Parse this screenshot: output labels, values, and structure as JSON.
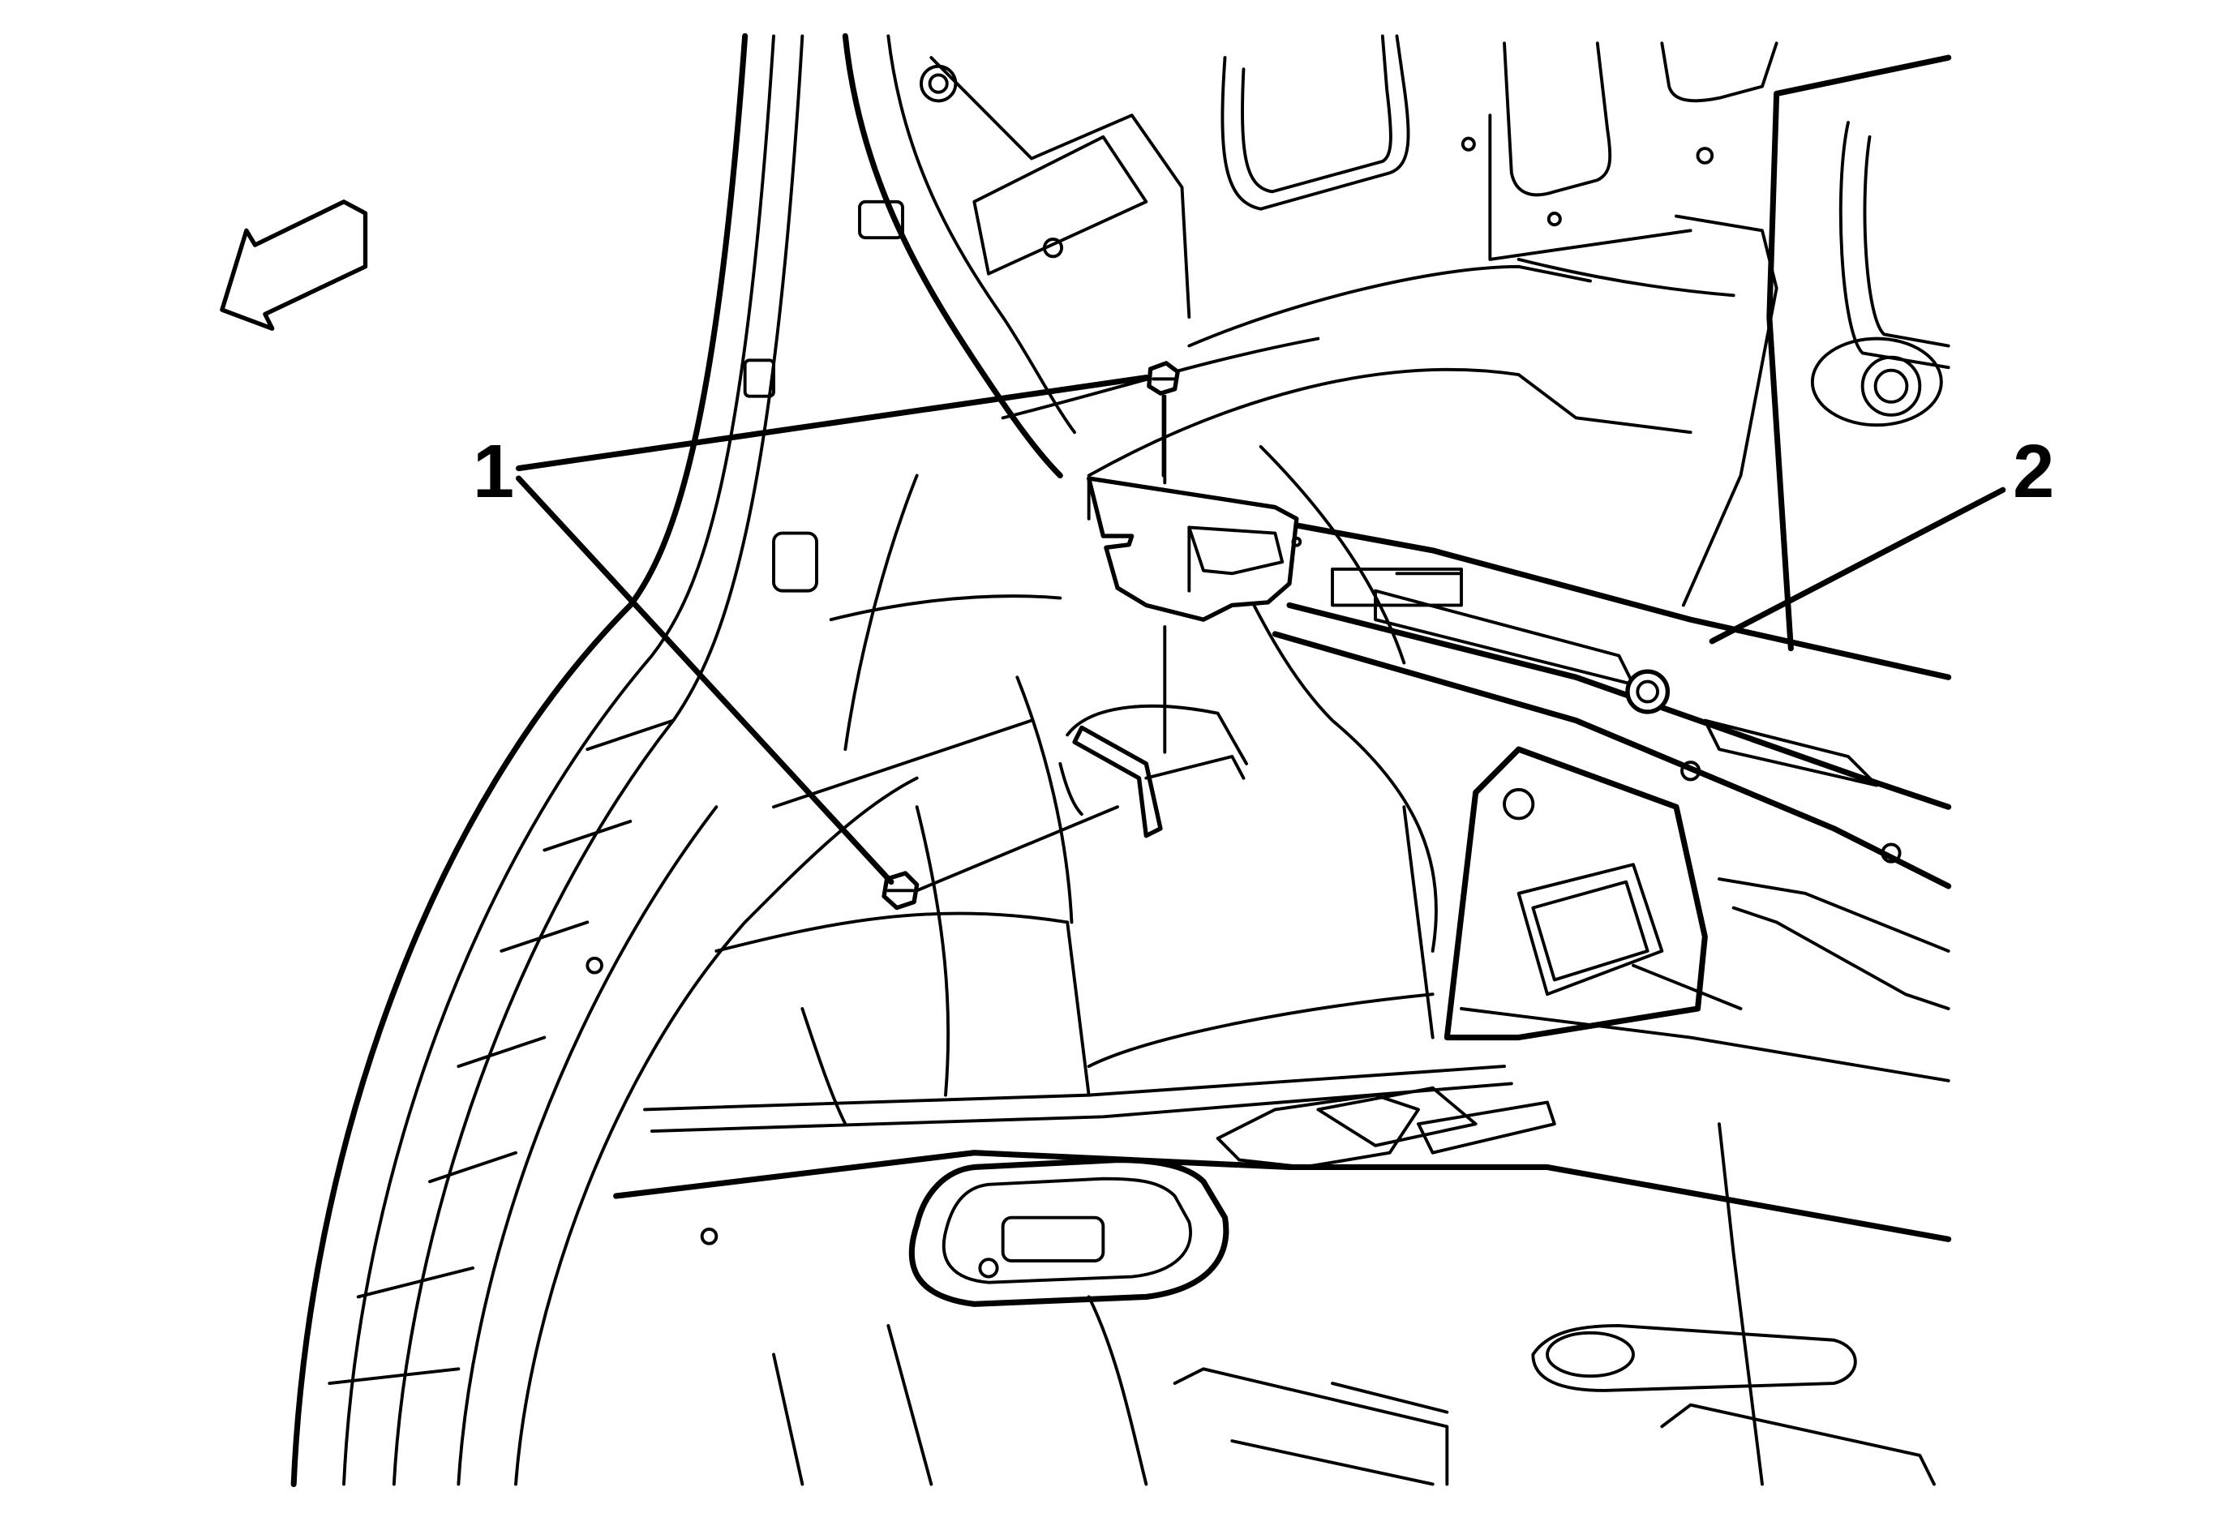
{
  "figure": {
    "callouts": [
      {
        "id": "1",
        "label": "1"
      },
      {
        "id": "2",
        "label": "2"
      }
    ],
    "icons": [
      "direction-arrow-icon",
      "bolt-icon"
    ],
    "colors": {
      "line": "#000000",
      "background": "#ffffff"
    }
  }
}
